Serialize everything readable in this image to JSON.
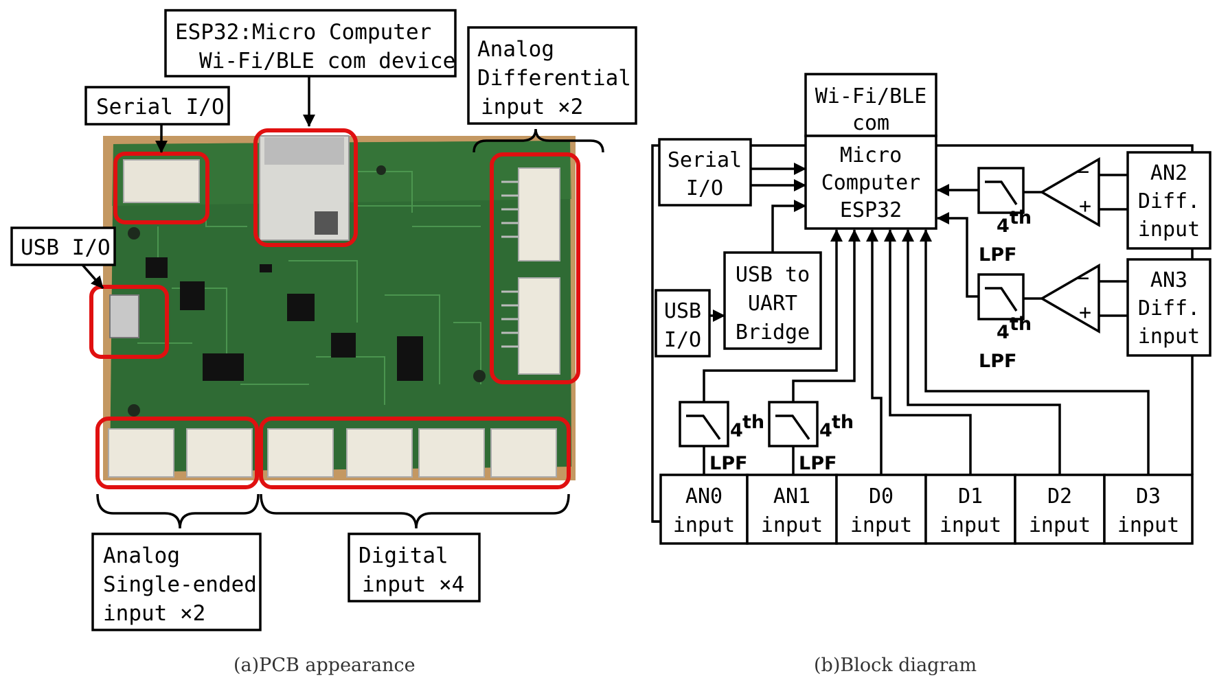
{
  "pcb": {
    "labels": {
      "esp32": [
        "ESP32:Micro Computer",
        "Wi-Fi/BLE com device"
      ],
      "serial": [
        "Serial I/O"
      ],
      "usb": [
        "USB I/O"
      ],
      "analog_diff": [
        "Analog",
        "Differential",
        "input ×2"
      ],
      "analog_single": [
        "Analog",
        "Single-ended",
        "input ×2"
      ],
      "digital": [
        "Digital",
        "input ×4"
      ]
    },
    "caption": "(a)PCB appearance"
  },
  "block": {
    "wifi": [
      "Wi-Fi/BLE",
      "com"
    ],
    "mcu": [
      "Micro",
      "Computer",
      "ESP32"
    ],
    "serial": [
      "Serial",
      "I/O"
    ],
    "usb_io": [
      "USB",
      "I/O"
    ],
    "bridge": [
      "USB to",
      "UART",
      "Bridge"
    ],
    "an2": [
      "AN2",
      "Diff.",
      "input"
    ],
    "an3": [
      "AN3",
      "Diff.",
      "input"
    ],
    "lpf_order": "4",
    "lpf_sup": "th",
    "lpf": "LPF",
    "opamp_minus": "−",
    "opamp_plus": "+",
    "inputs": [
      [
        "AN0",
        "input"
      ],
      [
        "AN1",
        "input"
      ],
      [
        "D0",
        "input"
      ],
      [
        "D1",
        "input"
      ],
      [
        "D2",
        "input"
      ],
      [
        "D3",
        "input"
      ]
    ],
    "caption": "(b)Block diagram"
  }
}
